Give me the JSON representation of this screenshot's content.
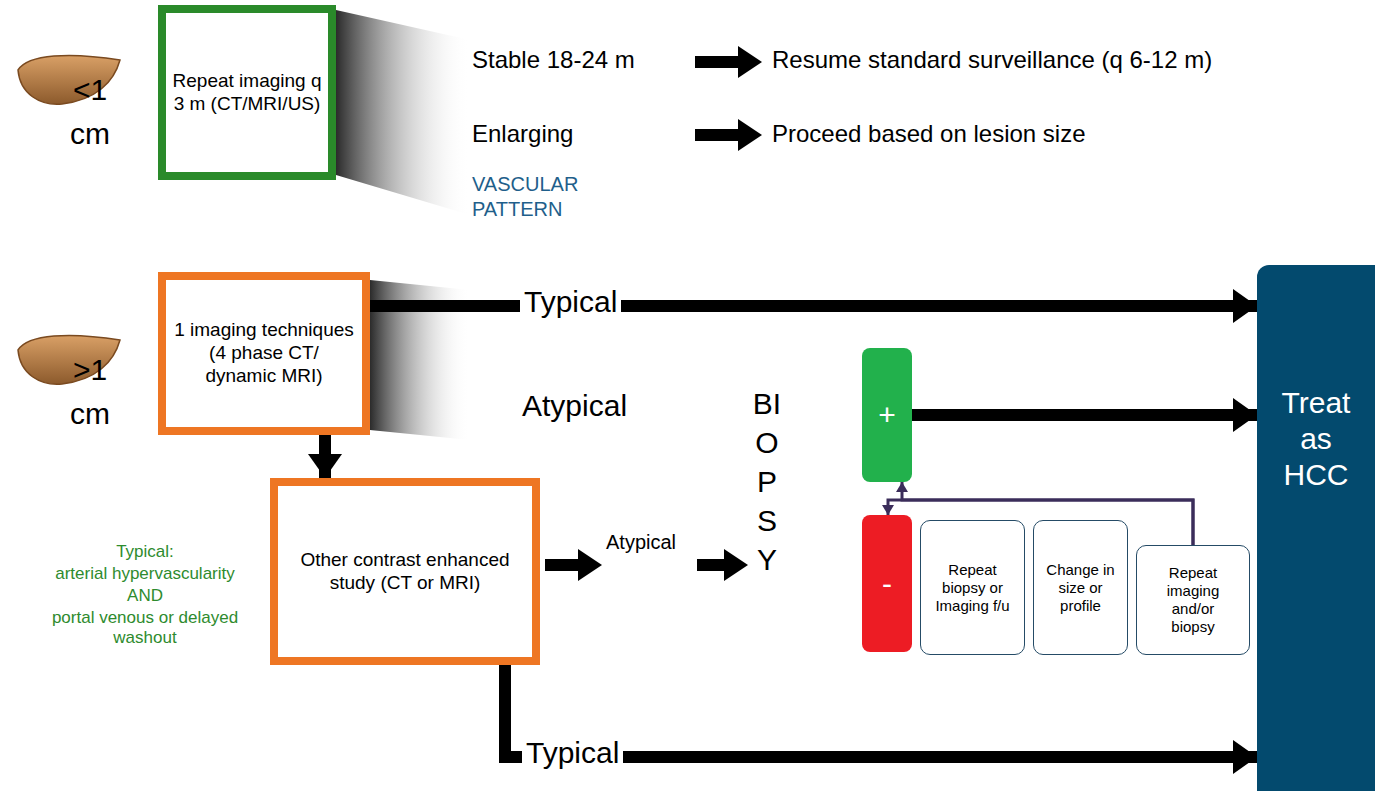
{
  "diagram": {
    "nodes": [
      {
        "text": [
          "Repeat imaging q 3 m (CT/MRI/US)"
        ]
      },
      {
        "text": [
          "1 imaging techniques (4 phase CT/ dynamic MRI)"
        ]
      },
      {
        "text": [
          "Other contrast enhanced study (CT or MRI)"
        ]
      },
      {
        "text": [
          "+"
        ]
      },
      {
        "text": [
          "-"
        ]
      },
      {
        "text": [
          "Repeat biopsy or Imaging f/u"
        ]
      },
      {
        "text": [
          "Change in size or profile"
        ]
      },
      {
        "text": [
          "Repeat imaging and/or biopsy"
        ]
      },
      {
        "text": [
          "Treat as HCC"
        ]
      }
    ],
    "edges": [
      {
        "from": 1,
        "to": 8,
        "label": "Typical",
        "arrow": "to"
      },
      {
        "from": 1,
        "to": 2,
        "arrow": "to"
      },
      {
        "from": 3,
        "to": 8,
        "arrow": "to"
      },
      {
        "from": 2,
        "to": 8,
        "label": "Typical",
        "arrow": "to"
      },
      {
        "from": 7,
        "to": 3,
        "arrow": "to"
      },
      {
        "from": 7,
        "to": 4,
        "arrow": "to"
      }
    ],
    "labels": [
      "<1 cm",
      "Stable 18-24 m",
      "Resume standard surveillance (q 6-12 m)",
      "Enlarging",
      "Proceed based on lesion size",
      "VASCULAR PATTERN",
      ">1 cm",
      "Atypical",
      "BIOPSY",
      "Atypical",
      "Typical:",
      "arterial hypervascularity",
      "AND",
      "portal venous or delayed washout"
    ]
  }
}
